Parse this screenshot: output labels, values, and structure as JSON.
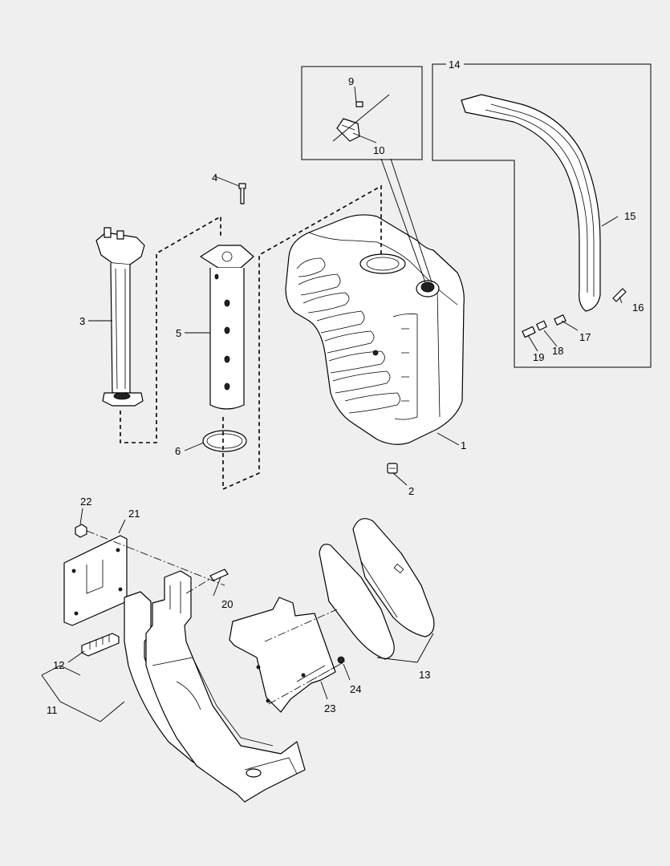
{
  "diagram": {
    "callouts": [
      {
        "id": "c1",
        "label": "1"
      },
      {
        "id": "c2",
        "label": "2"
      },
      {
        "id": "c3",
        "label": "3"
      },
      {
        "id": "c4",
        "label": "4"
      },
      {
        "id": "c5",
        "label": "5"
      },
      {
        "id": "c6",
        "label": "6"
      },
      {
        "id": "c9",
        "label": "9"
      },
      {
        "id": "c10",
        "label": "10"
      },
      {
        "id": "c11",
        "label": "11"
      },
      {
        "id": "c12",
        "label": "12"
      },
      {
        "id": "c13",
        "label": "13"
      },
      {
        "id": "c14",
        "label": "14"
      },
      {
        "id": "c15",
        "label": "15"
      },
      {
        "id": "c16",
        "label": "16"
      },
      {
        "id": "c17",
        "label": "17"
      },
      {
        "id": "c18",
        "label": "18"
      },
      {
        "id": "c19",
        "label": "19"
      },
      {
        "id": "c20",
        "label": "20"
      },
      {
        "id": "c21",
        "label": "21"
      },
      {
        "id": "c22",
        "label": "22"
      },
      {
        "id": "c23",
        "label": "23"
      },
      {
        "id": "c24",
        "label": "24"
      }
    ]
  }
}
